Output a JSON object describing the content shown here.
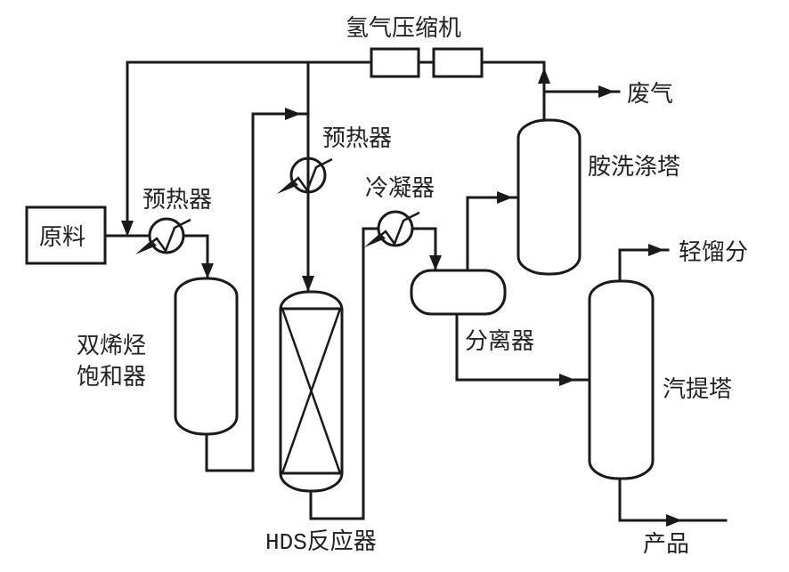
{
  "diagram": {
    "type": "process-flow",
    "colors": {
      "line": "#1a1a1a",
      "text": "#222222",
      "background": "#ffffff"
    },
    "labels": {
      "compressor": "氢气压缩机",
      "waste_gas": "废气",
      "preheater_top": "预热器",
      "amine_scrubber": "胺洗涤塔",
      "condenser": "冷凝器",
      "raw_material": "原料",
      "preheater_left": "预热器",
      "light_fraction": "轻馏分",
      "diene_saturator_line1": "双烯烃",
      "diene_saturator_line2": "饱和器",
      "separator": "分离器",
      "stripper": "汽提塔",
      "hds_reactor": "HDS反应器",
      "product": "产品"
    },
    "nodes": [
      {
        "id": "raw_material",
        "label": "原料",
        "kind": "box"
      },
      {
        "id": "hydrogen_compressor",
        "label": "氢气压缩机",
        "kind": "compressor-pair"
      },
      {
        "id": "preheater_1",
        "label": "预热器",
        "kind": "heat-exchanger"
      },
      {
        "id": "diene_saturator",
        "label": "双烯烃饱和器",
        "kind": "vessel"
      },
      {
        "id": "preheater_2",
        "label": "预热器",
        "kind": "heat-exchanger"
      },
      {
        "id": "hds_reactor",
        "label": "HDS反应器",
        "kind": "packed-reactor"
      },
      {
        "id": "condenser",
        "label": "冷凝器",
        "kind": "heat-exchanger"
      },
      {
        "id": "separator",
        "label": "分离器",
        "kind": "horizontal-drum"
      },
      {
        "id": "amine_scrubber",
        "label": "胺洗涤塔",
        "kind": "column"
      },
      {
        "id": "stripper",
        "label": "汽提塔",
        "kind": "column"
      },
      {
        "id": "waste_gas",
        "label": "废气",
        "kind": "outlet"
      },
      {
        "id": "light_fraction",
        "label": "轻馏分",
        "kind": "outlet"
      },
      {
        "id": "product",
        "label": "产品",
        "kind": "outlet"
      }
    ],
    "edges": [
      {
        "from": "hydrogen_compressor",
        "to": "raw_material-line"
      },
      {
        "from": "hydrogen_compressor",
        "to": "hds_reactor"
      },
      {
        "from": "raw_material",
        "to": "preheater_1"
      },
      {
        "from": "preheater_1",
        "to": "diene_saturator"
      },
      {
        "from": "diene_saturator",
        "to": "preheater_2"
      },
      {
        "from": "preheater_2",
        "to": "hds_reactor"
      },
      {
        "from": "hds_reactor",
        "to": "condenser"
      },
      {
        "from": "condenser",
        "to": "separator"
      },
      {
        "from": "separator",
        "to": "amine_scrubber"
      },
      {
        "from": "separator",
        "to": "stripper"
      },
      {
        "from": "amine_scrubber",
        "to": "hydrogen_compressor"
      },
      {
        "from": "amine_scrubber",
        "to": "waste_gas"
      },
      {
        "from": "stripper",
        "to": "light_fraction"
      },
      {
        "from": "stripper",
        "to": "product"
      }
    ]
  }
}
